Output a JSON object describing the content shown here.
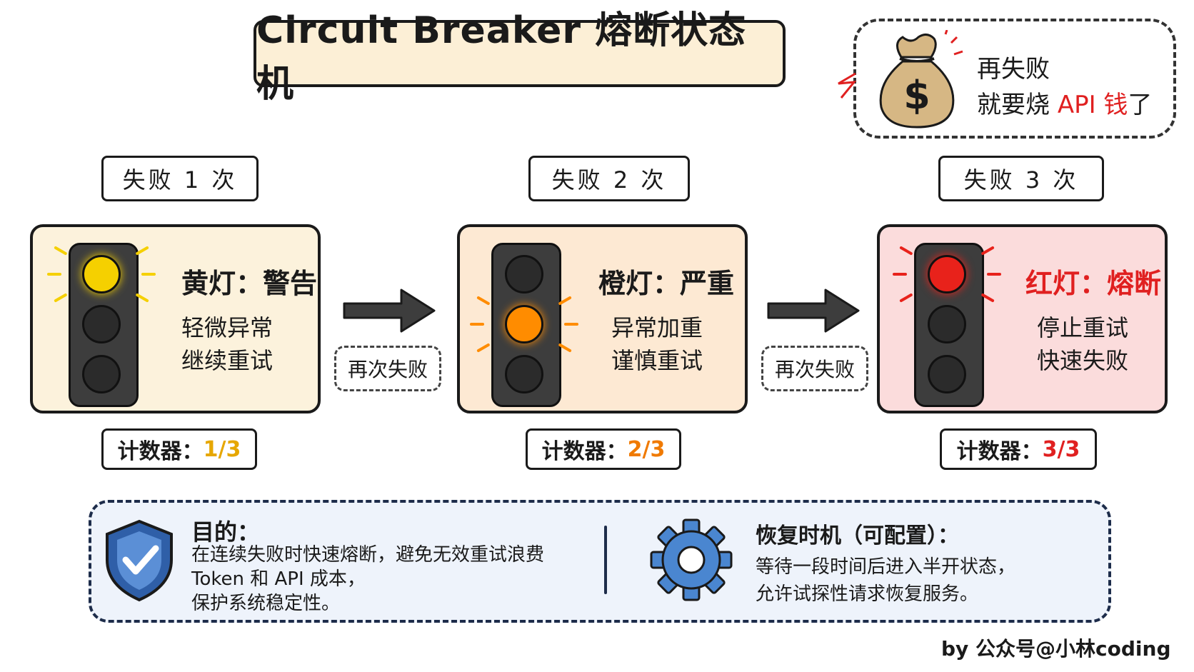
{
  "title": "Circuit Breaker 熔断状态机",
  "callout": {
    "line1": "再失败",
    "line2_prefix": "就要烧 ",
    "line2_highlight": "API 钱",
    "line2_suffix": "了"
  },
  "transition_label": "再次失败",
  "states": [
    {
      "fail_count_label": "失败 1 次",
      "light_name": "黄灯：警告",
      "desc_line1": "轻微异常",
      "desc_line2": "继续重试",
      "counter_prefix": "计数器：",
      "counter_value": "1/3",
      "active_lamp": 0,
      "lamp_color": "#f5d000",
      "panel_bg": "#fcf2dc",
      "accent_color": "#e6a700"
    },
    {
      "fail_count_label": "失败 2 次",
      "light_name": "橙灯：严重",
      "desc_line1": "异常加重",
      "desc_line2": "谨慎重试",
      "counter_prefix": "计数器：",
      "counter_value": "2/3",
      "active_lamp": 1,
      "lamp_color": "#ff8c00",
      "panel_bg": "#fde9d3",
      "accent_color": "#f07a00"
    },
    {
      "fail_count_label": "失败 3 次",
      "light_name": "红灯：熔断",
      "desc_line1": "停止重试",
      "desc_line2": "快速失败",
      "counter_prefix": "计数器：",
      "counter_value": "3/3",
      "active_lamp": 0,
      "lamp_color": "#e8221b",
      "panel_bg": "#fbdcdc",
      "accent_color": "#e02020"
    }
  ],
  "purpose": {
    "title": "目的：",
    "line1": "在连续失败时快速熔断，避免无效重试浪费",
    "line2": "Token 和 API 成本，",
    "line3": "保护系统稳定性。"
  },
  "recovery": {
    "title": "恢复时机（可配置）：",
    "line1": "等待一段时间后进入半开状态，",
    "line2": "允许试探性请求恢复服务。"
  },
  "credit": "by 公众号@小林coding"
}
